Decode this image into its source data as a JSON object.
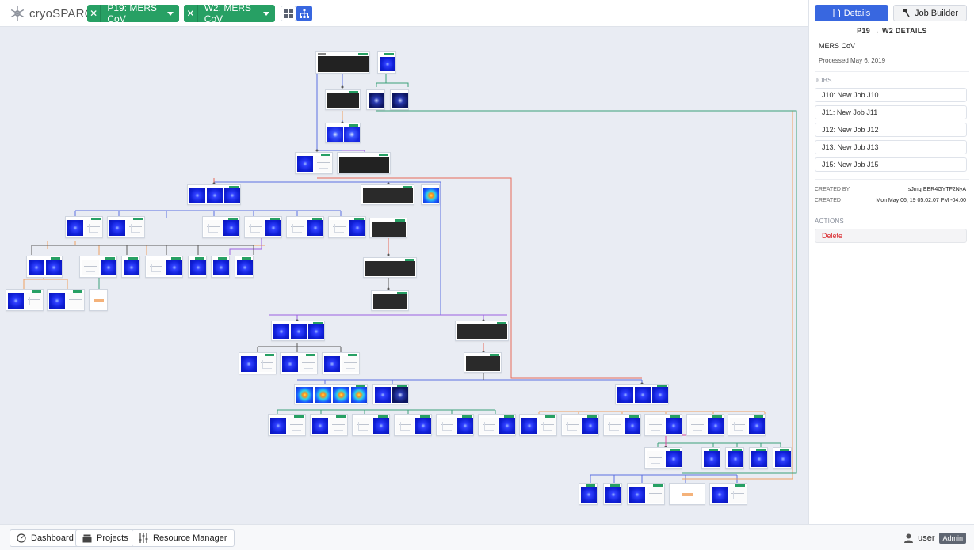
{
  "app": {
    "name": "cryoSPARC"
  },
  "breadcrumbs": [
    {
      "label": "P19: MERS CoV"
    },
    {
      "label": "W2: MERS CoV"
    }
  ],
  "view_toggle": {
    "options": [
      "grid-view-icon",
      "tree-view-icon"
    ],
    "active": "tree-view-icon"
  },
  "panel": {
    "tabs": {
      "details": "Details",
      "builder": "Job Builder"
    },
    "title": "P19 → W2 DETAILS",
    "workspace_name": "MERS CoV",
    "processed": "Processed May 6, 2019",
    "jobs_label": "JOBS",
    "jobs": [
      "J10: New Job J10",
      "J11: New Job J11",
      "J12: New Job J12",
      "J13: New Job J13",
      "J15: New Job J15"
    ],
    "created_by_label": "CREATED BY",
    "created_by": "sJmqrEER4GYTF2NyA",
    "created_label": "CREATED",
    "created": "Mon May 06, 19 05:02:07 PM -04:00",
    "actions_label": "ACTIONS",
    "delete_label": "Delete"
  },
  "footer": {
    "dashboard": "Dashboard",
    "projects": "Projects",
    "resource_manager": "Resource Manager",
    "user": "user",
    "role": "Admin"
  },
  "colors": {
    "accent": "#3867e0",
    "success": "#27a064",
    "danger": "#d9262b",
    "edge_blue": "#5b6fe0",
    "edge_orange": "#f0a060",
    "edge_green": "#3aa07a",
    "edge_red": "#e86a5a",
    "edge_purple": "#9a60e0",
    "edge_gray": "#5a5a5a"
  }
}
